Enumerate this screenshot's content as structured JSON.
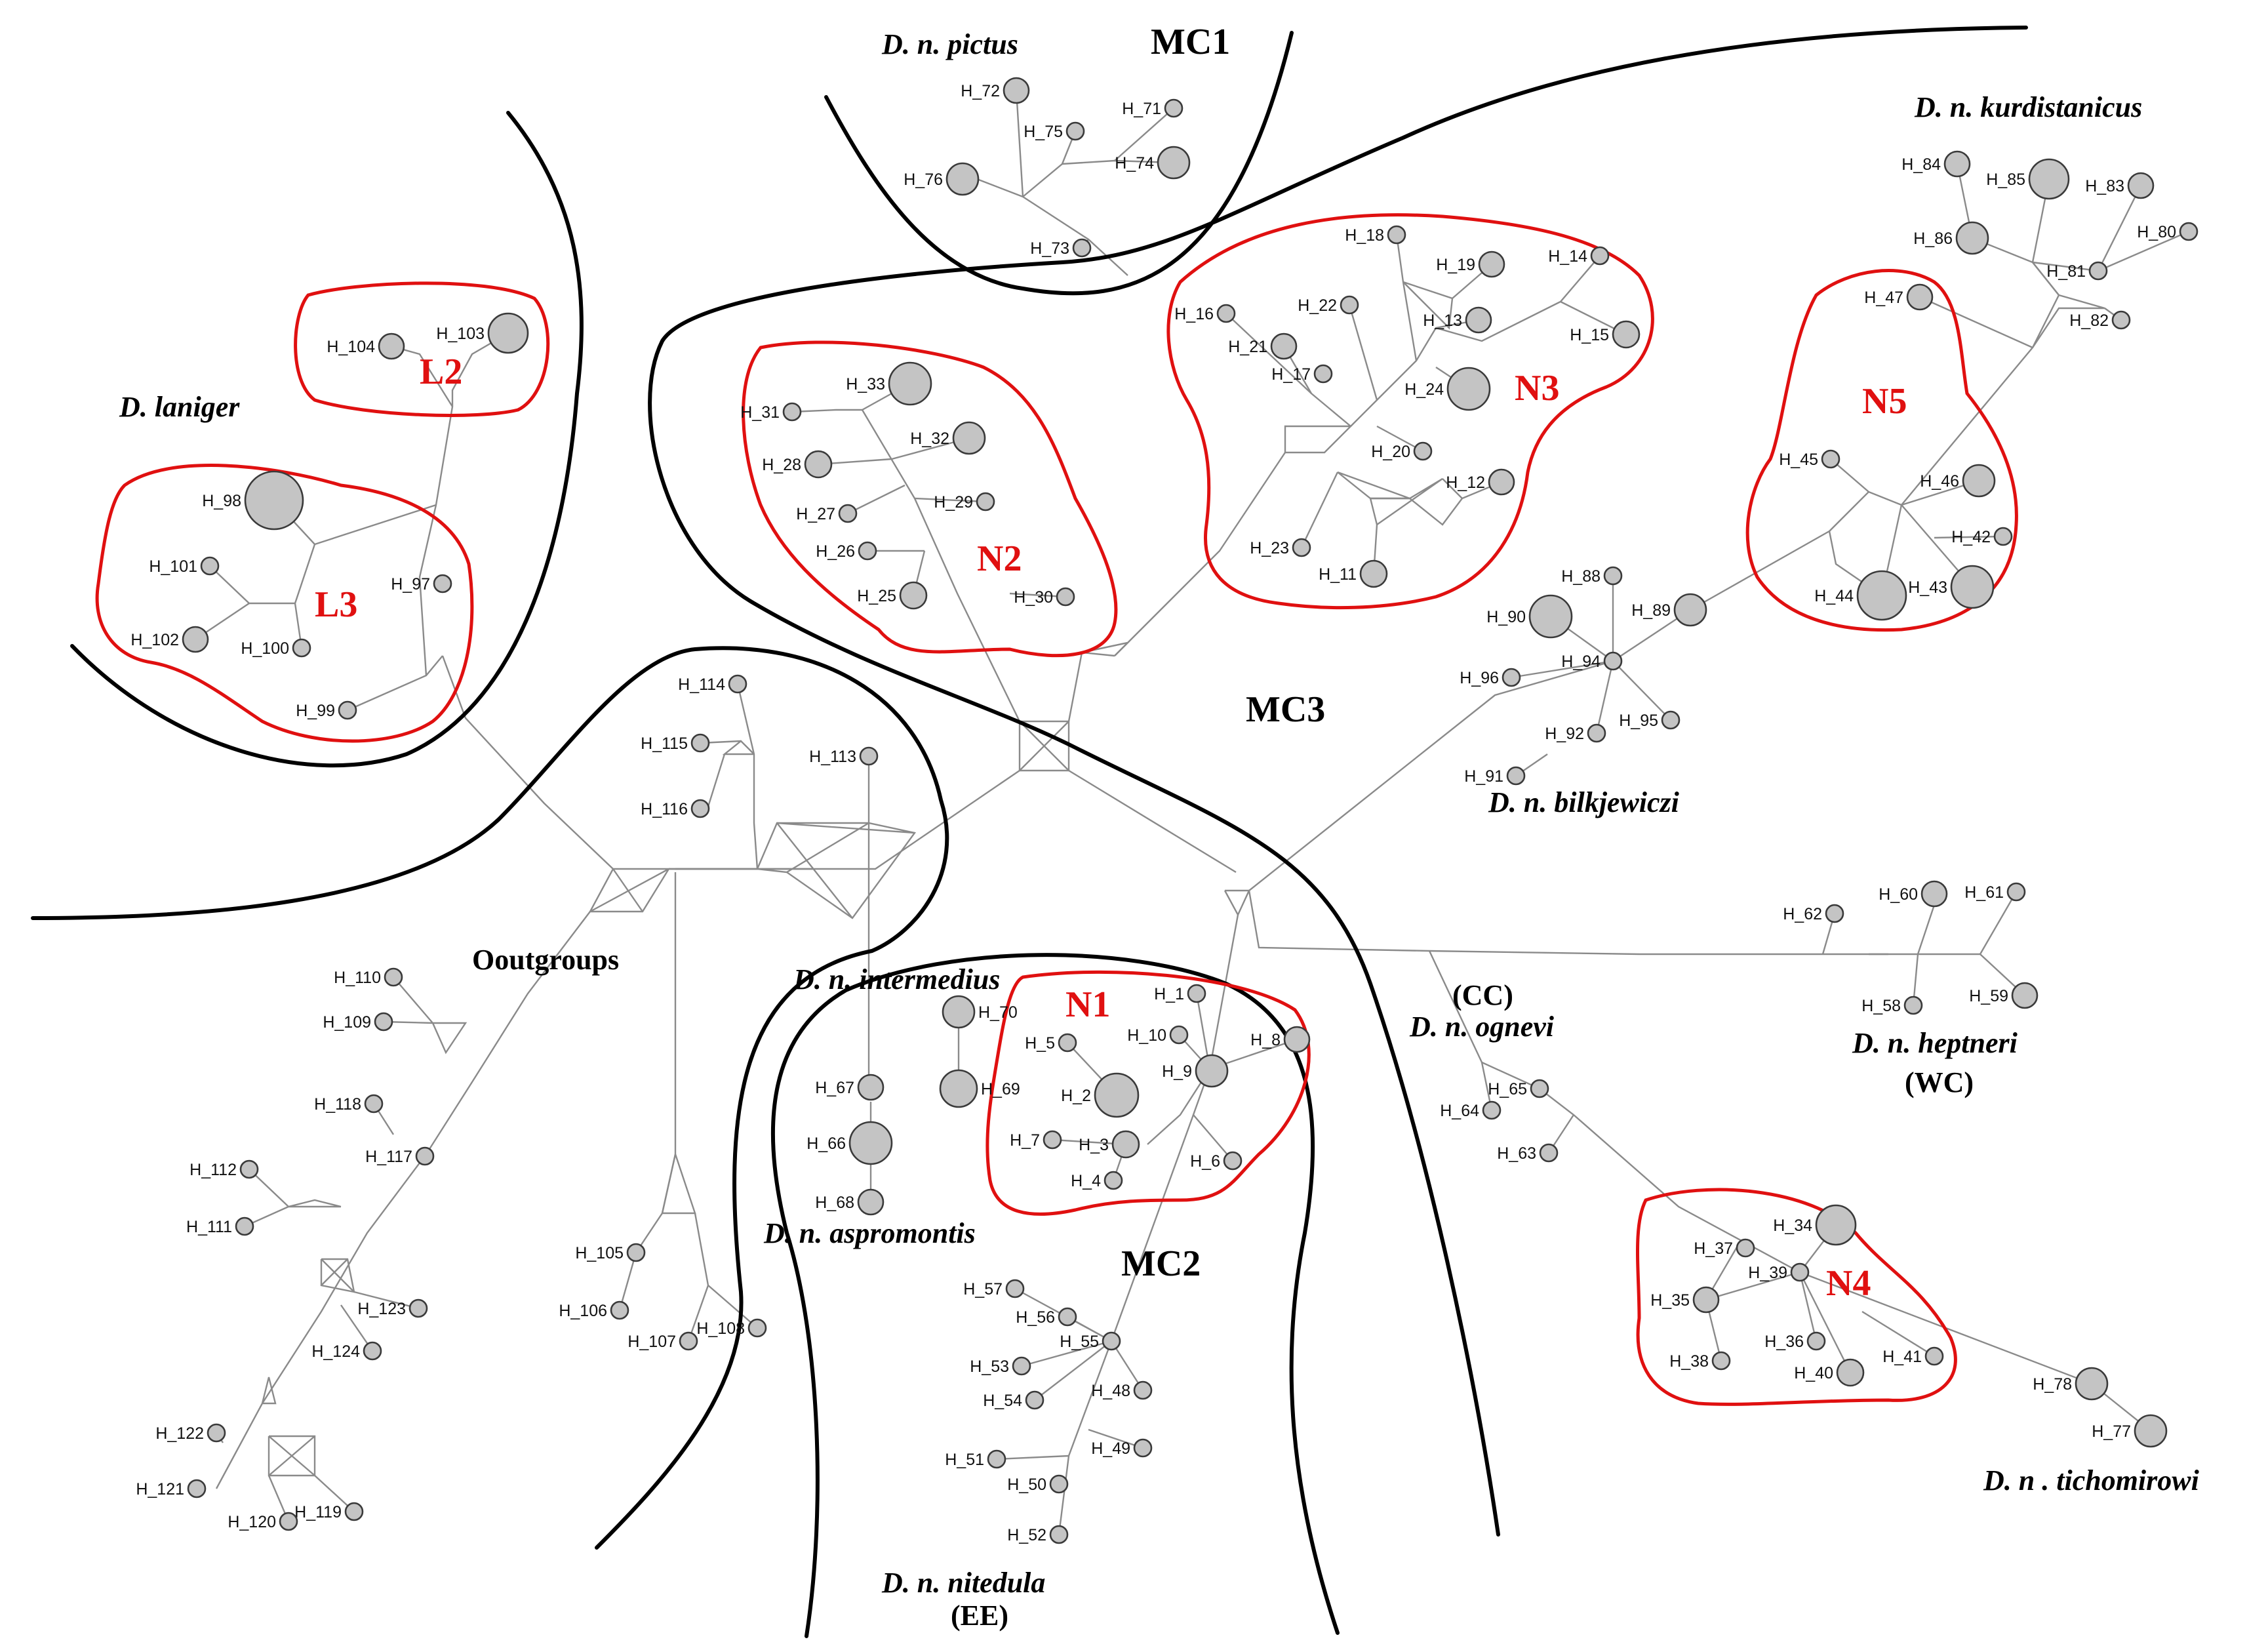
{
  "clades": [
    "MC1",
    "MC2",
    "MC3"
  ],
  "groups": [
    "L2",
    "L3",
    "N1",
    "N2",
    "N3",
    "N4",
    "N5"
  ],
  "taxa": [
    "D. n. pictus",
    "D. laniger",
    "D. n. kurdistanicus",
    "D. n. bilkjewiczi",
    "D. n. intermedius",
    "D. n. aspromontis",
    "D. n. ognevi",
    "D. n. heptneri",
    "D. n. nitedula",
    "D. n . tichomirowi",
    "Ooutgroups"
  ],
  "codes": [
    "(CC)",
    "(WC)",
    "(EE)"
  ],
  "haplotypes": [
    "H_1",
    "H_2",
    "H_3",
    "H_4",
    "H_5",
    "H_6",
    "H_7",
    "H_8",
    "H_9",
    "H_10",
    "H_11",
    "H_12",
    "H_13",
    "H_14",
    "H_15",
    "H_16",
    "H_17",
    "H_18",
    "H_19",
    "H_20",
    "H_21",
    "H_22",
    "H_23",
    "H_24",
    "H_25",
    "H_26",
    "H_27",
    "H_28",
    "H_29",
    "H_30",
    "H_31",
    "H_32",
    "H_33",
    "H_34",
    "H_35",
    "H_36",
    "H_37",
    "H_38",
    "H_39",
    "H_40",
    "H_41",
    "H_42",
    "H_43",
    "H_44",
    "H_45",
    "H_46",
    "H_47",
    "H_48",
    "H_49",
    "H_50",
    "H_51",
    "H_52",
    "H_53",
    "H_54",
    "H_55",
    "H_56",
    "H_57",
    "H_58",
    "H_59",
    "H_60",
    "H_61",
    "H_62",
    "H_63",
    "H_64",
    "H_65",
    "H_66",
    "H_67",
    "H_68",
    "H_69",
    "H_70",
    "H_71",
    "H_72",
    "H_73",
    "H_74",
    "H_75",
    "H_76",
    "H_77",
    "H_78",
    "H_80",
    "H_81",
    "H_82",
    "H_83",
    "H_84",
    "H_85",
    "H_86",
    "H_88",
    "H_89",
    "H_90",
    "H_91",
    "H_92",
    "H_94",
    "H_95",
    "H_96",
    "H_97",
    "H_98",
    "H_99",
    "H_100",
    "H_101",
    "H_102",
    "H_103",
    "H_104",
    "H_105",
    "H_106",
    "H_107",
    "H_108",
    "H_109",
    "H_110",
    "H_111",
    "H_112",
    "H_113",
    "H_114",
    "H_115",
    "H_116",
    "H_117",
    "H_118",
    "H_119",
    "H_120",
    "H_121",
    "H_122",
    "H_123",
    "H_124"
  ]
}
